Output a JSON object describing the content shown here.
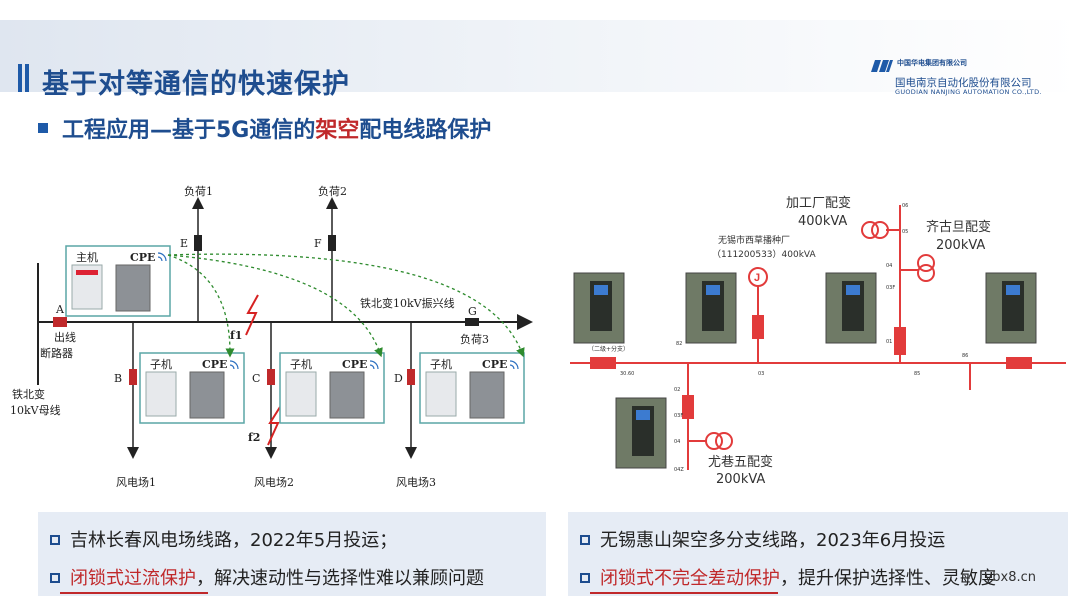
{
  "header": {
    "title": "基于对等通信的快速保护",
    "logo_top": "中国华电集团有限公司",
    "logo_middle": "国电南京自动化股份有限公司",
    "logo_bottom": "GUODIAN NANJING AUTOMATION CO.,LTD."
  },
  "subtitle": {
    "prefix": "工程应用—基于5G通信的",
    "highlight": "架空",
    "suffix": "配电线路保护"
  },
  "diagram_left": {
    "load1": "负荷1",
    "load2": "负荷2",
    "load3": "负荷3",
    "sw_E": "E",
    "sw_F": "F",
    "sw_G": "G",
    "sw_A": "A",
    "sw_B": "B",
    "sw_C": "C",
    "sw_D": "D",
    "master": "主机",
    "slave": "子机",
    "cpe": "CPE",
    "line_name": "铁北变10kV振兴线",
    "outlet_1": "出线",
    "outlet_2": "断路器",
    "bus_1": "铁北变",
    "bus_2": "10kV母线",
    "fault1": "f1",
    "fault2": "f2",
    "wind1": "风电场1",
    "wind2": "风电场2",
    "wind3": "风电场3",
    "colors": {
      "panel_border": "#5aa6a6",
      "link": "#2e8b2e",
      "fault": "#d62222",
      "switch": "#c0292b"
    }
  },
  "diagram_right": {
    "t1_name": "加工厂配变",
    "t1_cap": "400kVA",
    "t2_name": "齐古旦配变",
    "t2_cap": "200kVA",
    "t3_line1": "无锡市西草播种厂",
    "t3_line2": "（111200533）400kVA",
    "t4_name": "尤巷五配变",
    "t4_cap": "200kVA",
    "pole_labels": [
      "06",
      "05",
      "04",
      "03F",
      "01",
      "86",
      "85",
      "82",
      "03",
      "02",
      "03F",
      "04",
      "04Z",
      "30.60"
    ],
    "cabinet_note": "（二级+分支）",
    "colors": {
      "line": "#e23b3b"
    }
  },
  "notes_left": {
    "line1": "吉林长春风电场线路，2022年5月投运；",
    "line2_red": "闭锁式过流保护",
    "line2_rest": "，解决速动性与选择性难以兼顾问题"
  },
  "notes_right": {
    "line1": "无锡惠山架空多分支线路，2023年6月投运",
    "line2_red": "闭锁式不完全差动保护",
    "line2_rest": "，提升保护选择性、灵敏度"
  },
  "watermark": "ybx8.cn"
}
